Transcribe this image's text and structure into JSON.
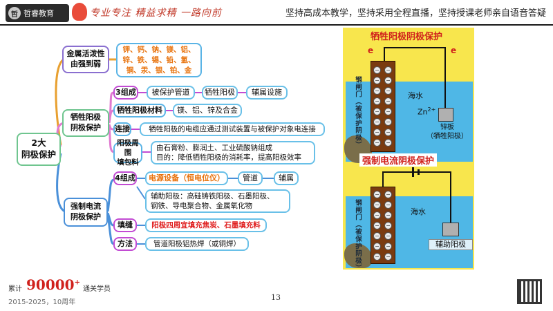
{
  "header": {
    "logo_text": "哲睿教育",
    "slogan_hand": "专业专注  精益求精  一路向前",
    "motto": "坚持高成本教学，坚持采用全程直播，坚持授课老师亲自语音答疑"
  },
  "mindmap": {
    "root": "2大\n阴极保护",
    "activity": {
      "title": "金属活泼性\n由强到弱",
      "lines": [
        "钾、钙、钠、镁、铝、",
        "锌、铁、锡、铅、氢、",
        "铜、汞、银、铂、金"
      ]
    },
    "sacrificial": {
      "title": "牺牲阳极\n阴极保护",
      "composition": {
        "label": "3组成",
        "items": [
          "被保护管道",
          "牺牲阳极",
          "辅属设施"
        ]
      },
      "material": {
        "label": "牺牲阳极材料",
        "value": "镁、铝、锌及合金"
      },
      "connect": {
        "label": "连接",
        "value": "牺牲阳极的电缆应通过测试装置与被保护对象电连接"
      },
      "filler": {
        "label": "阳极周围\n填包料",
        "lines": [
          "由石膏粉、膨润土、工业硫酸钠组成",
          "目的：降低牺牲阳极的消耗率，提高阳极效率"
        ]
      }
    },
    "impressed": {
      "title": "强制电流\n阴极保护",
      "composition": {
        "label": "4组成",
        "items": [
          "电源设备（恒电位仪）",
          "管道",
          "辅属"
        ],
        "aux_lines": [
          "辅助阳极：高硅铸铁阳极、石墨阳极、",
          "钢铁、导电聚合物、金属氧化物"
        ]
      },
      "fill": {
        "label": "填缝",
        "value": "阳极四周宜填充焦炭、石墨填充料"
      },
      "method": {
        "label": "方法",
        "value": "管道阳极铝热焊（或铜焊）"
      }
    }
  },
  "diagram_top": {
    "title": "牺牲阳极阴极保护",
    "e_left": "e",
    "e_right": "e",
    "gate_label": "钢闸门（被保护阴极）",
    "sea": "海水",
    "ion": "Zn",
    "ion_charge": "2+",
    "plate": "锌板",
    "plate_note": "（牺牲阳极）"
  },
  "diagram_bottom": {
    "title": "强制电流阴极保护",
    "gate_label": "钢闸门（被保护阴极）",
    "sea": "海水",
    "anode": "辅助阳极"
  },
  "footer": {
    "prefix": "累计",
    "count": "90000",
    "plus": "+",
    "suffix": "通关学员",
    "years": "2015-2025，10周年",
    "page": "13"
  },
  "colors": {
    "accent_red": "#d0211c",
    "orange": "#e8720c",
    "panel_yellow": "#f8e64d",
    "sea_blue": "#4fb7e6"
  }
}
